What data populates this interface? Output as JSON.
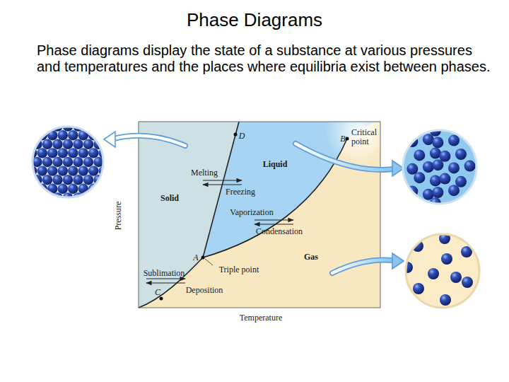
{
  "diagram": {
    "title": "Phase Diagrams",
    "caption": "Phase diagrams display the state of a substance at various pressures and temperatures and the places where equilibria exist between phases.",
    "labels": [
      "D",
      "B",
      "Critical point",
      "Liquid",
      "Melting",
      "Freezing",
      "Solid",
      "Vaporization",
      "Condensation",
      "A",
      "Gas",
      "Triple point",
      "Sublimation",
      "Deposition",
      "C",
      "Pressure",
      "Temperature"
    ]
  }
}
